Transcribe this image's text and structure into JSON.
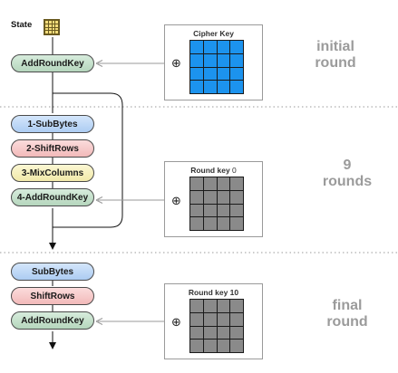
{
  "state_label": "State",
  "initial": {
    "step": "AddRoundKey",
    "key_title": "Cipher Key",
    "round_label": [
      "initial",
      "round"
    ]
  },
  "middle": {
    "steps": [
      "1-SubBytes",
      "2-ShiftRows",
      "3-MixColumns",
      "4-AddRoundKey"
    ],
    "key_title": "Round key",
    "key_index": "0",
    "round_label": [
      "9",
      "rounds"
    ]
  },
  "final": {
    "steps": [
      "SubBytes",
      "ShiftRows",
      "AddRoundKey"
    ],
    "key_title": "Round key 10",
    "round_label": [
      "final",
      "round"
    ]
  },
  "colors": {
    "cipher_key_cell": "#1c93ee",
    "round_key_cell": "#8a8a8a",
    "addroundkey": "#c3dfc9",
    "subbytes": "#c0d9f7",
    "shiftrows": "#f5caca",
    "mixcolumns": "#f6efbe",
    "round_label": "#9b9b9b"
  }
}
